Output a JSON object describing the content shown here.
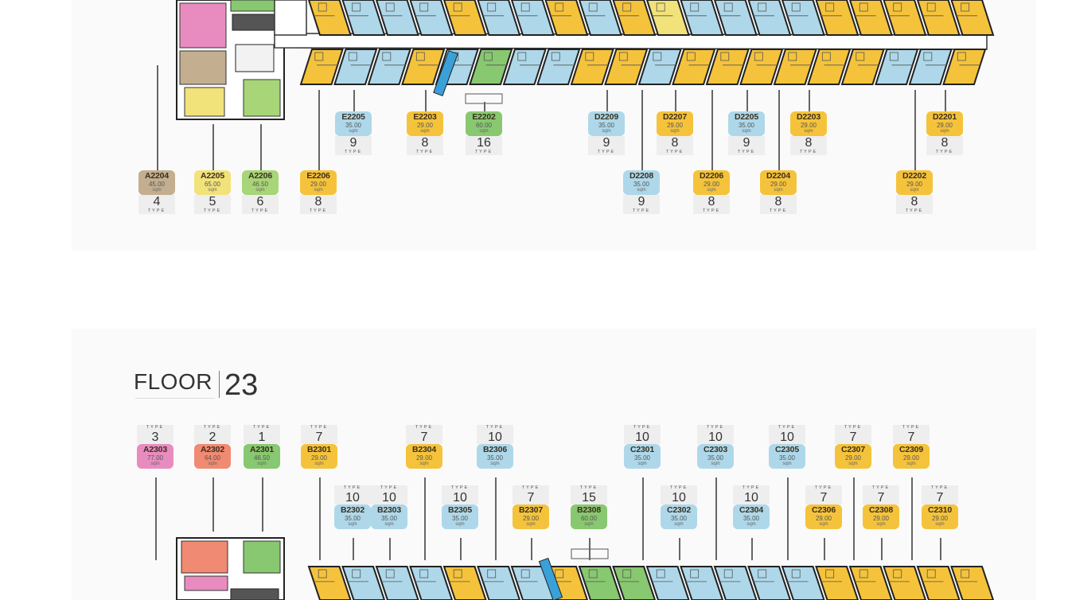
{
  "colors": {
    "yellow": "#f5c33b",
    "blue": "#aed8ea",
    "green": "#88c870",
    "tan": "#c3ae8f",
    "pale_yellow": "#f2e27a",
    "light_green": "#a8d577",
    "pink": "#e88cc0",
    "salmon": "#f08a72"
  },
  "floor22": {
    "units": [
      {
        "code": "E2205",
        "area": "35.00",
        "unit": "sqm",
        "type": "9",
        "color": "#aed8ea"
      },
      {
        "code": "E2203",
        "area": "29.00",
        "unit": "sqm",
        "type": "8",
        "color": "#f5c33b"
      },
      {
        "code": "E2202",
        "area": "60.00",
        "unit": "sqm",
        "type": "16",
        "color": "#88c870"
      },
      {
        "code": "D2209",
        "area": "35.00",
        "unit": "sqm",
        "type": "9",
        "color": "#aed8ea"
      },
      {
        "code": "D2207",
        "area": "29.00",
        "unit": "sqm",
        "type": "8",
        "color": "#f5c33b"
      },
      {
        "code": "D2205",
        "area": "35.00",
        "unit": "sqm",
        "type": "9",
        "color": "#aed8ea"
      },
      {
        "code": "D2203",
        "area": "29.00",
        "unit": "sqm",
        "type": "8",
        "color": "#f5c33b"
      },
      {
        "code": "D2201",
        "area": "29.00",
        "unit": "sqm",
        "type": "8",
        "color": "#f5c33b"
      },
      {
        "code": "A2204",
        "area": "45.00",
        "unit": "sqm",
        "type": "4",
        "color": "#c3ae8f"
      },
      {
        "code": "A2205",
        "area": "65.00",
        "unit": "sqm",
        "type": "5",
        "color": "#f2e27a"
      },
      {
        "code": "A2206",
        "area": "46.50",
        "unit": "sqm",
        "type": "6",
        "color": "#a8d577"
      },
      {
        "code": "E2206",
        "area": "29.00",
        "unit": "sqm",
        "type": "8",
        "color": "#f5c33b"
      },
      {
        "code": "D2208",
        "area": "35.00",
        "unit": "sqm",
        "type": "9",
        "color": "#aed8ea"
      },
      {
        "code": "D2206",
        "area": "29.00",
        "unit": "sqm",
        "type": "8",
        "color": "#f5c33b"
      },
      {
        "code": "D2204",
        "area": "29.00",
        "unit": "sqm",
        "type": "8",
        "color": "#f5c33b"
      },
      {
        "code": "D2202",
        "area": "29.00",
        "unit": "sqm",
        "type": "8",
        "color": "#f5c33b"
      }
    ]
  },
  "floor23": {
    "label": "FLOOR",
    "number": "23",
    "units": [
      {
        "code": "A2303",
        "area": "77.00",
        "unit": "sqm",
        "type": "3",
        "color": "#e88cc0"
      },
      {
        "code": "A2302",
        "area": "64.00",
        "unit": "sqm",
        "type": "2",
        "color": "#f08a72"
      },
      {
        "code": "A2301",
        "area": "46.50",
        "unit": "sqm",
        "type": "1",
        "color": "#88c870"
      },
      {
        "code": "B2301",
        "area": "29.00",
        "unit": "sqm",
        "type": "7",
        "color": "#f5c33b"
      },
      {
        "code": "B2304",
        "area": "29.00",
        "unit": "sqm",
        "type": "7",
        "color": "#f5c33b"
      },
      {
        "code": "B2306",
        "area": "35.00",
        "unit": "sqm",
        "type": "10",
        "color": "#aed8ea"
      },
      {
        "code": "C2301",
        "area": "35.00",
        "unit": "sqm",
        "type": "10",
        "color": "#aed8ea"
      },
      {
        "code": "C2303",
        "area": "35.00",
        "unit": "sqm",
        "type": "10",
        "color": "#aed8ea"
      },
      {
        "code": "C2305",
        "area": "35.00",
        "unit": "sqm",
        "type": "10",
        "color": "#aed8ea"
      },
      {
        "code": "C2307",
        "area": "29.00",
        "unit": "sqm",
        "type": "7",
        "color": "#f5c33b"
      },
      {
        "code": "C2309",
        "area": "29.00",
        "unit": "sqm",
        "type": "7",
        "color": "#f5c33b"
      },
      {
        "code": "B2302",
        "area": "35.00",
        "unit": "sqm",
        "type": "10",
        "color": "#aed8ea"
      },
      {
        "code": "B2303",
        "area": "35.00",
        "unit": "sqm",
        "type": "10",
        "color": "#aed8ea"
      },
      {
        "code": "B2305",
        "area": "35.00",
        "unit": "sqm",
        "type": "10",
        "color": "#aed8ea"
      },
      {
        "code": "B2307",
        "area": "29.00",
        "unit": "sqm",
        "type": "7",
        "color": "#f5c33b"
      },
      {
        "code": "B2308",
        "area": "60.00",
        "unit": "sqm",
        "type": "15",
        "color": "#88c870"
      },
      {
        "code": "C2302",
        "area": "35.00",
        "unit": "sqm",
        "type": "10",
        "color": "#aed8ea"
      },
      {
        "code": "C2304",
        "area": "35.00",
        "unit": "sqm",
        "type": "10",
        "color": "#aed8ea"
      },
      {
        "code": "C2306",
        "area": "29.00",
        "unit": "sqm",
        "type": "7",
        "color": "#f5c33b"
      },
      {
        "code": "C2308",
        "area": "29.00",
        "unit": "sqm",
        "type": "7",
        "color": "#f5c33b"
      },
      {
        "code": "C2310",
        "area": "29.00",
        "unit": "sqm",
        "type": "7",
        "color": "#f5c33b"
      }
    ]
  },
  "type_word": "TYPE"
}
